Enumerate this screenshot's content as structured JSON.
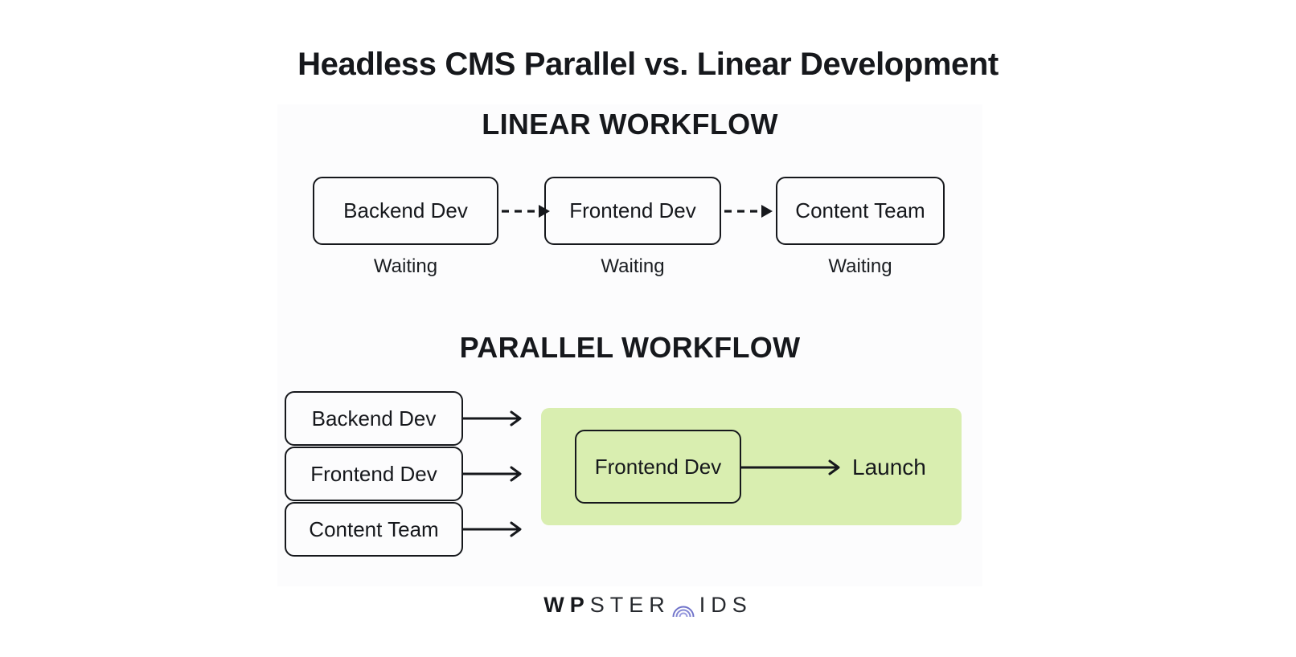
{
  "page": {
    "title": "Headless CMS Parallel vs. Linear Development",
    "background_color": "#ffffff",
    "text_color": "#16181c"
  },
  "linear_section": {
    "heading": "LINEAR WORKFLOW",
    "connector_style": "dashed-arrow",
    "nodes": [
      {
        "label": "Backend Dev",
        "status": "Waiting"
      },
      {
        "label": "Frontend Dev",
        "status": "Waiting"
      },
      {
        "label": "Content Team",
        "status": "Waiting"
      }
    ]
  },
  "parallel_section": {
    "heading": "PARALLEL WORKFLOW",
    "connector_style": "solid-arrow",
    "highlight_color": "#d9eeb0",
    "nodes": [
      {
        "label": "Backend Dev"
      },
      {
        "label": "Frontend Dev"
      },
      {
        "label": "Content Team"
      }
    ],
    "merge_node": {
      "label": "Frontend Dev"
    },
    "outcome": {
      "label": "Launch"
    }
  },
  "footer": {
    "brand_bold": "WP",
    "brand_mid": "STER",
    "brand_tail": "IDS",
    "arc_color": "#6f72c9"
  }
}
